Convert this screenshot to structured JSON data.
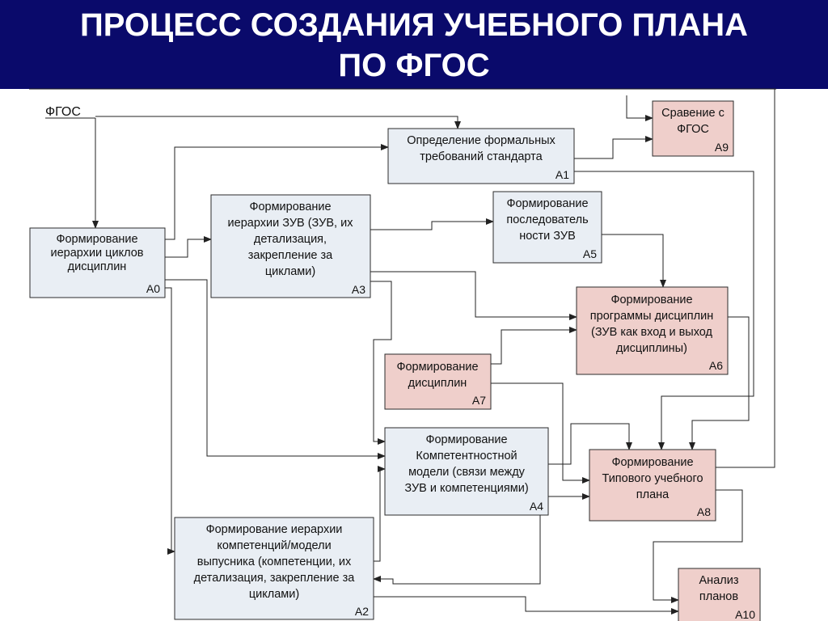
{
  "title": {
    "line1": "ПРОЦЕСС СОЗДАНИЯ УЧЕБНОГО ПЛАНА",
    "line2": "ПО ФГОС"
  },
  "colors": {
    "title_bg": "#0a0a6b",
    "box_blue": "#e9eef4",
    "box_pink": "#efcfcb",
    "line": "#222222"
  },
  "input_label": "ФГОС",
  "boxes": {
    "a0": {
      "lines": [
        "Формирование",
        "иерархии циклов",
        "дисциплин"
      ],
      "code": "A0"
    },
    "a1": {
      "lines": [
        "Определение формальных",
        "требований стандарта"
      ],
      "code": "A1"
    },
    "a2": {
      "lines": [
        "Формирование иерархии",
        "компетенций/модели",
        "выпусника (компетенции, их",
        "детализация, закрепление за",
        "циклами)"
      ],
      "code": "A2"
    },
    "a3": {
      "lines": [
        "Формирование",
        "иерархии ЗУВ (ЗУВ, их",
        "детализация,",
        "закрепление за",
        "циклами)"
      ],
      "code": "A3"
    },
    "a4": {
      "lines": [
        "Формирование",
        "Компетентностной",
        "модели (связи между",
        "ЗУВ и компетенциями)"
      ],
      "code": "A4"
    },
    "a5": {
      "lines": [
        "Формирование",
        "последователь",
        "ности ЗУВ"
      ],
      "code": "A5"
    },
    "a6": {
      "lines": [
        "Формирование",
        "программы дисциплин",
        "(ЗУВ как вход и выход",
        "дисциплины)"
      ],
      "code": "A6"
    },
    "a7": {
      "lines": [
        "Формирование",
        "дисциплин"
      ],
      "code": "A7"
    },
    "a8": {
      "lines": [
        "Формирование",
        "Типового учебного",
        "плана"
      ],
      "code": "A8"
    },
    "a9": {
      "lines": [
        "Сравение с",
        "ФГОС"
      ],
      "code": "A9"
    },
    "a10": {
      "lines": [
        "Анализ",
        "планов"
      ],
      "code": "A10"
    }
  }
}
